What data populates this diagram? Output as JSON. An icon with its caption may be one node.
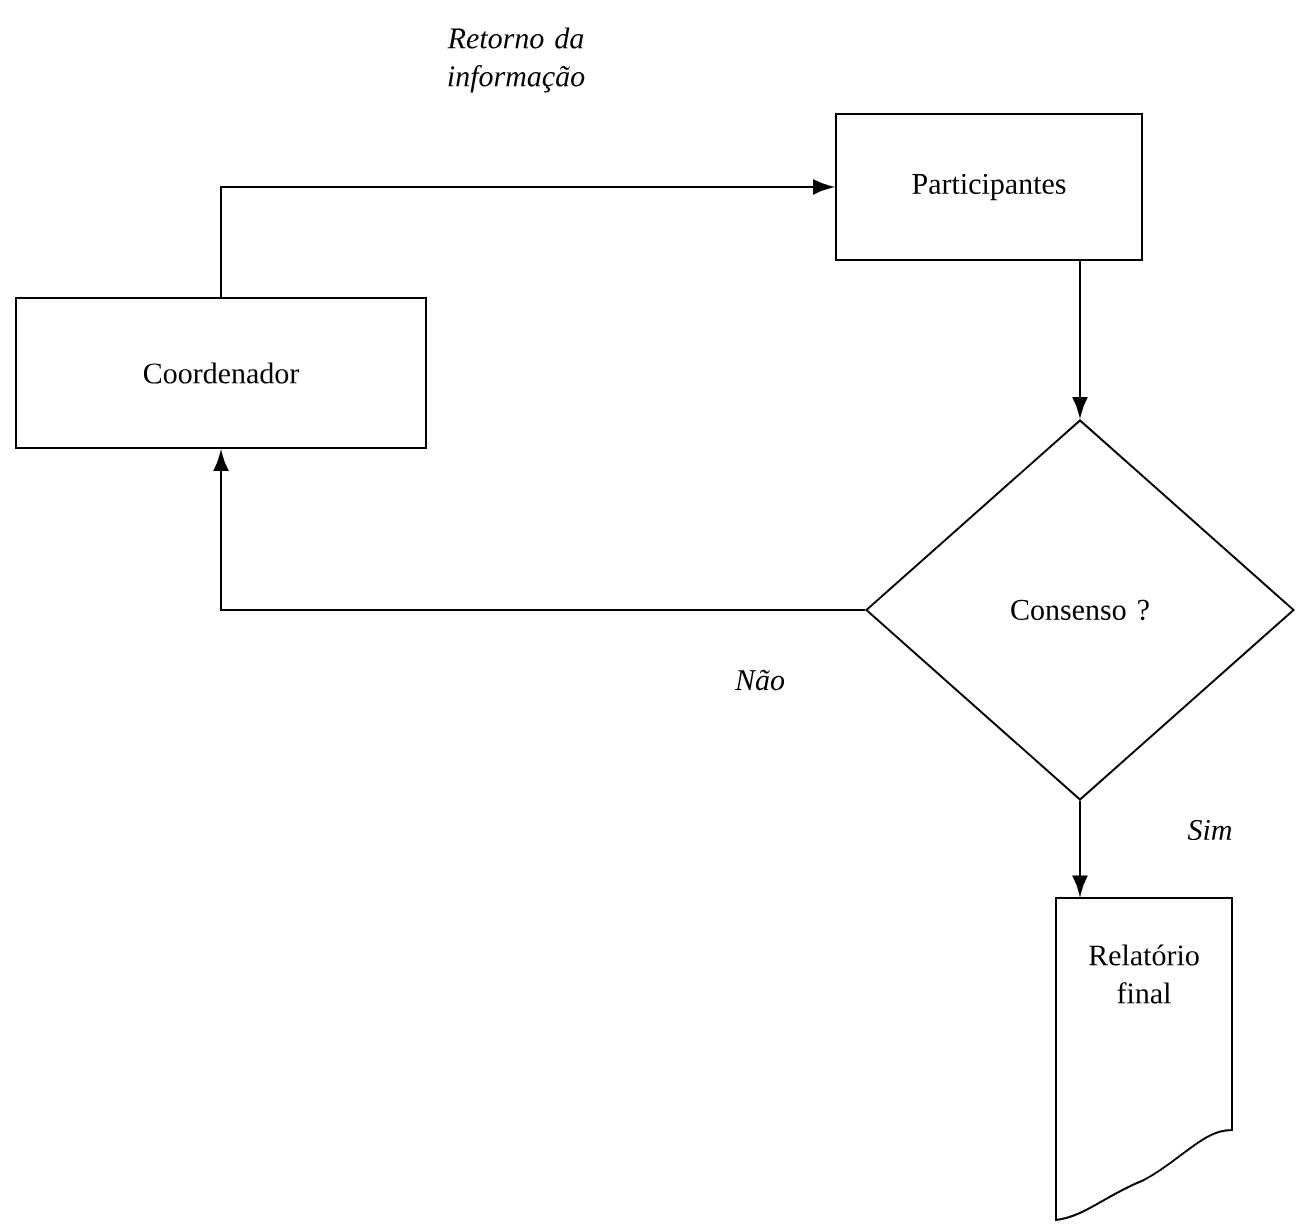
{
  "diagram": {
    "nodes": [
      {
        "text": [
          "Coordenador"
        ]
      },
      {
        "text": [
          "Participantes"
        ]
      },
      {
        "text": [
          "Consenso ?"
        ]
      },
      {
        "text": [
          "Relatório final"
        ]
      }
    ],
    "edges": [
      {
        "from": 0,
        "to": 1,
        "arrow": "to",
        "label": "Retorno da informação"
      },
      {
        "from": 1,
        "to": 2,
        "arrow": "to"
      },
      {
        "from": 2,
        "to": 0,
        "arrow": "to",
        "label": "Não"
      },
      {
        "from": 2,
        "to": 3,
        "arrow": "to",
        "label": "Sim"
      }
    ]
  }
}
